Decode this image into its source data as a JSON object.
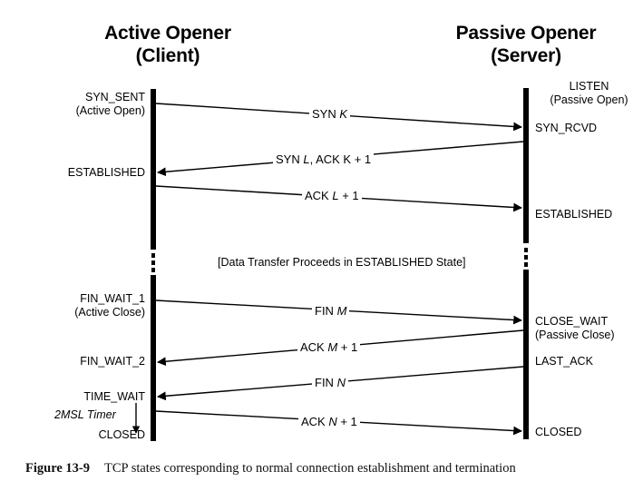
{
  "figure": {
    "caption_number": "Figure 13-9",
    "caption_text": "TCP states corresponding to normal connection establishment and termination"
  },
  "headers": {
    "left": "Active Opener\n(Client)",
    "right": "Passive Opener\n(Server)"
  },
  "notes": {
    "data_transfer": "[Data Transfer Proceeds in ESTABLISHED State]",
    "msl_timer": "2MSL Timer"
  },
  "client_states": [
    {
      "label": "SYN_SENT\n(Active Open)"
    },
    {
      "label": "ESTABLISHED"
    },
    {
      "label": "FIN_WAIT_1\n(Active Close)"
    },
    {
      "label": "FIN_WAIT_2"
    },
    {
      "label": "TIME_WAIT"
    },
    {
      "label": "CLOSED"
    }
  ],
  "server_states": [
    {
      "label": "LISTEN\n(Passive Open)"
    },
    {
      "label": "SYN_RCVD"
    },
    {
      "label": "ESTABLISHED"
    },
    {
      "label": "CLOSE_WAIT\n(Passive Close)"
    },
    {
      "label": "LAST_ACK"
    },
    {
      "label": "CLOSED"
    }
  ],
  "messages": [
    {
      "prefix": "SYN ",
      "var": "K",
      "suffix": "",
      "direction": "client-to-server"
    },
    {
      "prefix": "SYN ",
      "var": "L",
      "suffix": ", ACK K + 1",
      "direction": "server-to-client"
    },
    {
      "prefix": "ACK ",
      "var": "L",
      "suffix": " + 1",
      "direction": "client-to-server"
    },
    {
      "prefix": "FIN ",
      "var": "M",
      "suffix": "",
      "direction": "client-to-server"
    },
    {
      "prefix": "ACK ",
      "var": "M",
      "suffix": " + 1",
      "direction": "server-to-client"
    },
    {
      "prefix": "FIN ",
      "var": "N",
      "suffix": "",
      "direction": "server-to-client"
    },
    {
      "prefix": "ACK ",
      "var": "N",
      "suffix": " + 1",
      "direction": "client-to-server"
    }
  ],
  "message_labels": [
    "SYN K",
    "SYN L, ACK K + 1",
    "ACK L + 1",
    "FIN M",
    "ACK M + 1",
    "FIN N",
    "ACK N + 1"
  ],
  "colors": {
    "ink": "#000000",
    "background": "#ffffff"
  }
}
